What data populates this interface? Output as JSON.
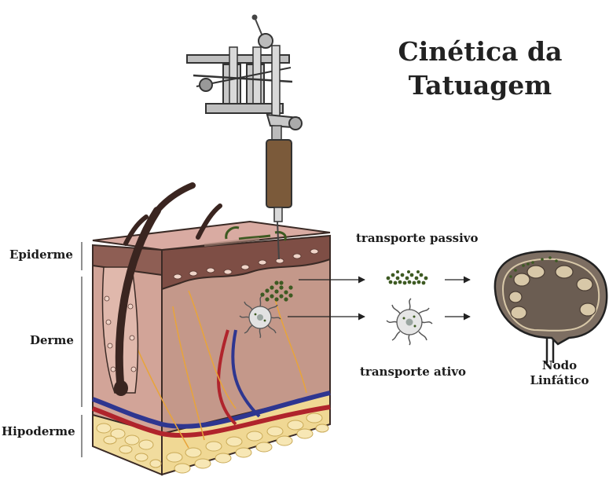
{
  "title": "Cinética da Tatuagem",
  "skin_layers": {
    "epidermis": "Epiderme",
    "dermis": "Derme",
    "hypodermis": "Hipoderme"
  },
  "transport": {
    "passive": "transporte passivo",
    "active": "transporte ativo"
  },
  "lymph_node": {
    "label": "Nodo Linfático"
  },
  "colors": {
    "skin_top": "#d9a8a0",
    "skin_side": "#c99a8d",
    "epidermis_band": "#8a5a50",
    "pigment": "#3d5a22",
    "artery": "#b0242c",
    "vein": "#2e3690",
    "fat": "#f1dc9e",
    "needle_grip": "#7b5a3a",
    "node_fill": "#7d6e62",
    "node_sinus": "#d8c8a8"
  },
  "icons": [
    "tattoo-machine-icon",
    "hair-follicle-icon",
    "macrophage-icon",
    "pigment-cluster-icon",
    "lymph-node-icon",
    "arrow-right-icon"
  ]
}
